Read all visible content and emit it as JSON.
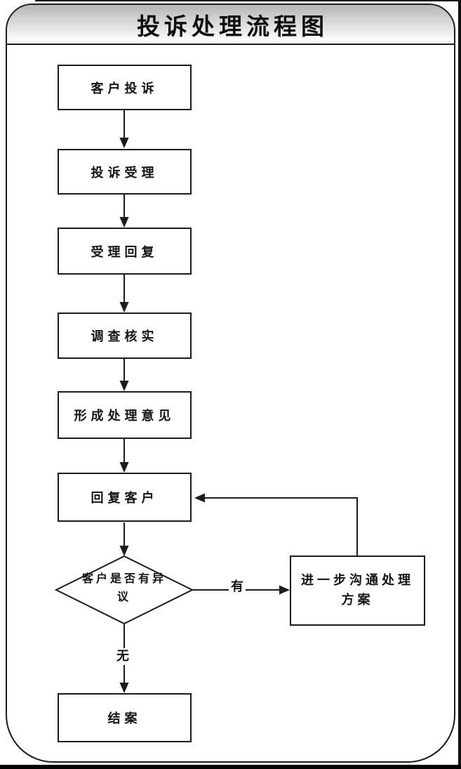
{
  "window": {
    "title": "投诉处理流程图"
  },
  "flowchart": {
    "nodes": [
      {
        "id": "customer-complaint",
        "type": "process",
        "label": "客户投诉"
      },
      {
        "id": "complaint-acceptance",
        "type": "process",
        "label": "投诉受理"
      },
      {
        "id": "acceptance-reply",
        "type": "process",
        "label": "受理回复"
      },
      {
        "id": "investigate-verify",
        "type": "process",
        "label": "调查核实"
      },
      {
        "id": "form-handling-opinion",
        "type": "process",
        "label": "形成处理意见"
      },
      {
        "id": "reply-customer",
        "type": "process",
        "label": "回复客户"
      },
      {
        "id": "customer-objection",
        "type": "decision",
        "label": "客户是否有异议"
      },
      {
        "id": "further-communication",
        "type": "process",
        "label": "进一步沟通处理方案"
      },
      {
        "id": "close-case",
        "type": "process",
        "label": "结案"
      }
    ],
    "edges": [
      {
        "from": "customer-complaint",
        "to": "complaint-acceptance",
        "label": ""
      },
      {
        "from": "complaint-acceptance",
        "to": "acceptance-reply",
        "label": ""
      },
      {
        "from": "acceptance-reply",
        "to": "investigate-verify",
        "label": ""
      },
      {
        "from": "investigate-verify",
        "to": "form-handling-opinion",
        "label": ""
      },
      {
        "from": "form-handling-opinion",
        "to": "reply-customer",
        "label": ""
      },
      {
        "from": "reply-customer",
        "to": "customer-objection",
        "label": ""
      },
      {
        "from": "customer-objection",
        "to": "further-communication",
        "label": "有"
      },
      {
        "from": "customer-objection",
        "to": "close-case",
        "label": "无"
      },
      {
        "from": "further-communication",
        "to": "reply-customer",
        "label": ""
      }
    ],
    "labels": {
      "yes": "有",
      "no": "无"
    },
    "colors": {
      "stroke": "#1c1c1c",
      "node_fill": "#ffffff",
      "titlebar_top": "#b5b5b5",
      "titlebar_bottom": "#fbfbfb"
    }
  }
}
